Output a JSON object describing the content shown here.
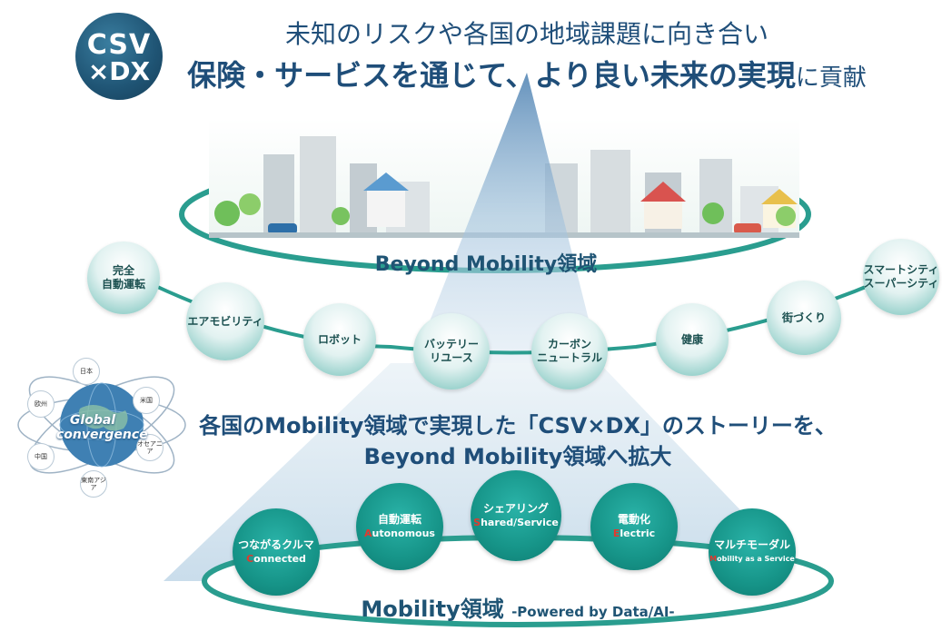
{
  "logo": {
    "line1": "CSV",
    "line2": "×DX"
  },
  "header": {
    "line1": "未知のリスクや各国の地域課題に向き合い",
    "line2_main": "保険・サービスを通じて、より良い未来の実現",
    "line2_suffix": "に貢献"
  },
  "beyond": {
    "label": "Beyond Mobility領域",
    "nodes": [
      {
        "l1": "完全",
        "l2": "自動運転"
      },
      {
        "l1": "エアモビリティ",
        "l2": ""
      },
      {
        "l1": "ロボット",
        "l2": ""
      },
      {
        "l1": "バッテリー",
        "l2": "リユース"
      },
      {
        "l1": "カーボン",
        "l2": "ニュートラル"
      },
      {
        "l1": "健康",
        "l2": ""
      },
      {
        "l1": "街づくり",
        "l2": ""
      },
      {
        "l1": "スマートシティ",
        "l2": "スーパーシティ"
      }
    ]
  },
  "global": {
    "label_l1": "Global",
    "label_l2": "convergence",
    "regions": [
      "日本",
      "米国",
      "オセアニア",
      "東南アジア",
      "中国",
      "欧州"
    ]
  },
  "middle": {
    "line1": "各国のMobility領域で実現した「CSV×DX」のストーリーを、",
    "line2": "Beyond Mobility領域へ拡大"
  },
  "mobility": {
    "label": "Mobility領域",
    "powered": "-Powered by Data/AI-",
    "nodes": [
      {
        "jp": "つながるクルマ",
        "cap": "C",
        "rest": "onnected"
      },
      {
        "jp": "自動運転",
        "cap": "A",
        "rest": "utonomous"
      },
      {
        "jp": "シェアリング",
        "cap": "S",
        "rest": "hared/Service"
      },
      {
        "jp": "電動化",
        "cap": "E",
        "rest": "lectric"
      },
      {
        "jp": "マルチモーダル",
        "cap": "M",
        "rest": "obility as a Service"
      }
    ]
  },
  "colors": {
    "navy": "#1f4e79",
    "teal": "#169488",
    "accent_red": "#e03a2f"
  }
}
